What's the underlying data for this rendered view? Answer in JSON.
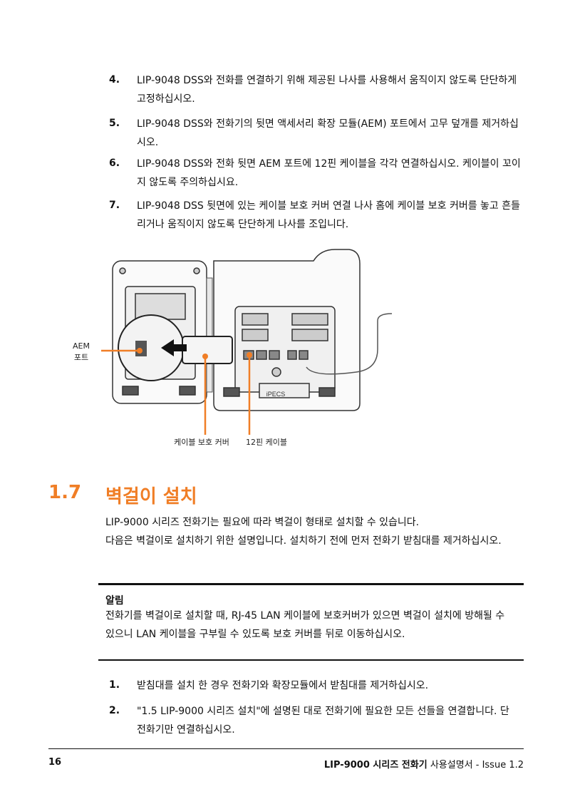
{
  "steps_top": [
    {
      "num": "4.",
      "text": "LIP-9048 DSS와 전화를 연결하기 위해 제공된 나사를 사용해서 움직이지 않도록 단단하게 고정하십시오."
    },
    {
      "num": "5.",
      "text": "LIP-9048 DSS와 전화기의 뒷면 액세서리 확장 모듈(AEM) 포트에서 고무 덮개를 제거하십시오."
    },
    {
      "num": "6.",
      "text": "LIP-9048 DSS와 전화 뒷면 AEM 포트에 12핀 케이블을 각각 연결하십시오. 케이블이 꼬이지 않도록 주의하십시요."
    },
    {
      "num": "7.",
      "text": "LIP-9048 DSS 뒷면에 있는 케이블 보호 커버 연결 나사 홈에 케이블 보호 커버를 놓고 흔들리거나 움직이지 않도록 단단하게 나사를 조입니다."
    }
  ],
  "figure": {
    "label_aem": "AEM\n포트",
    "label_cover": "케이블 보호 커버",
    "label_cable": "12핀 케이블",
    "brand": "iPECS",
    "accent": "#f07e26"
  },
  "section": {
    "number": "1.7",
    "title": "벽걸이 설치",
    "para1": "LIP-9000 시리즈 전화기는 필요에 따라 벽걸이 형태로 설치할 수 있습니다.",
    "para2": "다음은 벽걸이로 설치하기 위한 설명입니다. 설치하기 전에 먼저 전화기 받침대를 제거하십시오."
  },
  "note": {
    "title": "알림",
    "text": "전화기를 벽걸이로 설치할 때, RJ-45 LAN 케이블에 보호커버가 있으면 벽걸이 설치에 방해될 수 있으니 LAN 케이블을 구부릴 수 있도록 보호 커버를 뒤로 이동하십시오."
  },
  "steps_bottom": [
    {
      "num": "1.",
      "text": "받침대를 설치 한 경우 전화기와 확장모듈에서 받침대를 제거하십시오."
    },
    {
      "num": "2.",
      "text": "\"1.5 LIP-9000 시리즈 설치\"에 설명된 대로 전화기에 필요한 모든 선들을 연결합니다. 단 전화기만 연결하십시오."
    }
  ],
  "footer": {
    "page": "16",
    "title_bold": "LIP-9000 시리즈 전화기",
    "title_rest": " 사용설명서 - Issue 1.2"
  }
}
